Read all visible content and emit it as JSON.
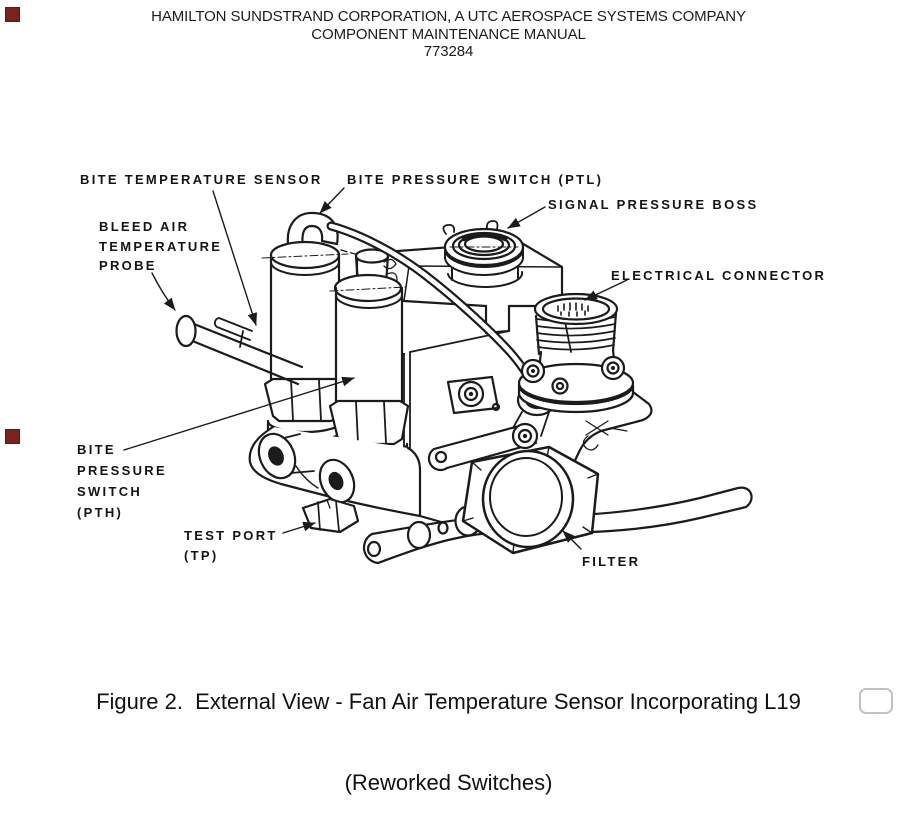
{
  "header": {
    "line1": "HAMILTON SUNDSTRAND CORPORATION, A UTC AEROSPACE SYSTEMS COMPANY",
    "line2": "COMPONENT MAINTENANCE MANUAL",
    "line3": "773284"
  },
  "figure": {
    "caption_line1": "Figure 2.  External View - Fan Air Temperature Sensor Incorporating L19",
    "caption_line2": "(Reworked Switches)",
    "labels": {
      "bite_temperature_sensor": "BITE TEMPERATURE SENSOR",
      "bite_pressure_switch_ptl": "BITE PRESSURE SWITCH (PTL)",
      "signal_pressure_boss": "SIGNAL PRESSURE BOSS",
      "electrical_connector": "ELECTRICAL CONNECTOR",
      "bleed_air_temperature_probe": "BLEED AIR\nTEMPERATURE\nPROBE",
      "bite_pressure_switch_pth": "BITE\nPRESSURE\nSWITCH\n(PTH)",
      "test_port": "TEST PORT\n(TP)",
      "filter": "FILTER"
    }
  },
  "colors": {
    "ink": "#1b1b1b",
    "annotation_marker": "#7b221c",
    "corner_box_border": "#c2c2c2"
  }
}
